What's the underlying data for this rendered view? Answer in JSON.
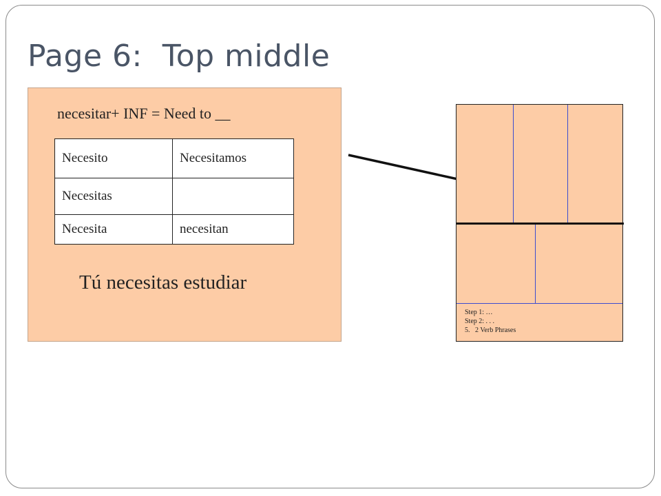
{
  "slide": {
    "title": "Page 6:  Top middle"
  },
  "left_panel": {
    "formula": "necesitar+ INF = Need to __",
    "table": {
      "rows": [
        [
          "Necesito",
          "Necesitamos"
        ],
        [
          "Necesitas",
          ""
        ],
        [
          "Necesita",
          "necesitan"
        ]
      ]
    },
    "example": "Tú necesitas estudiar"
  },
  "thumbnail": {
    "notes": [
      "Step 1: …",
      "Step 2: . . .",
      "5.   2 Verb Phrases"
    ]
  },
  "colors": {
    "panel_fill": "#fdcca6",
    "title_text": "#4a5566",
    "divider_blue": "#3b4bd0",
    "frame_border": "#8a8a8a"
  }
}
